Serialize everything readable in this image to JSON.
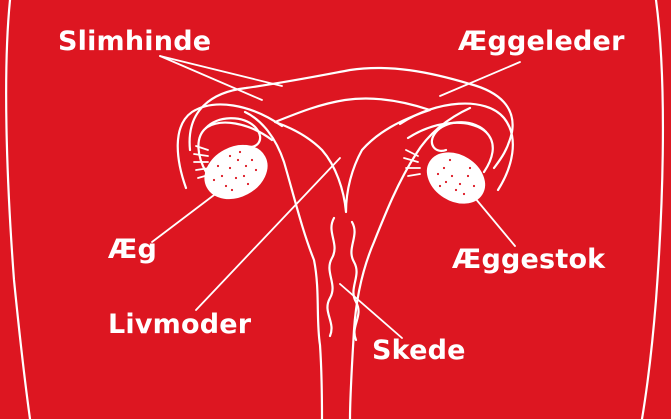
{
  "labels": {
    "slimhinde": "Slimhinde",
    "aeggeleder": "Æggeleder",
    "aeg": "Æg",
    "aeggestok": "Æggestok",
    "livmoder": "Livmoder",
    "skede": "Skede"
  },
  "colors": {
    "background": "#dd1621",
    "line": "#ffffff",
    "ovary_fill": "#ffffff",
    "ovary_dots": "#dd1621"
  }
}
